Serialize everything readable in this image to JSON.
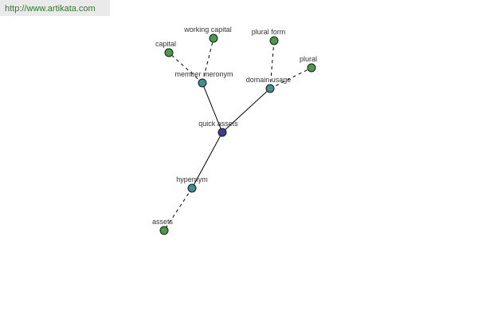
{
  "banner": {
    "url": "http://www.artikata.com"
  },
  "colors": {
    "center": "#3b3f8f",
    "relation": "#3f8f8f",
    "leaf": "#4a9a4a"
  },
  "graph": {
    "nodes": [
      {
        "id": "quick-assets",
        "label": "quick assets",
        "kind": "center"
      },
      {
        "id": "member-meronym",
        "label": "member meronym",
        "kind": "relation"
      },
      {
        "id": "domain-usage",
        "label": "domain usage",
        "kind": "relation"
      },
      {
        "id": "hypernym",
        "label": "hypernym",
        "kind": "relation"
      },
      {
        "id": "capital",
        "label": "capital",
        "kind": "leaf"
      },
      {
        "id": "working-capital",
        "label": "working capital",
        "kind": "leaf"
      },
      {
        "id": "plural-form",
        "label": "plural form",
        "kind": "leaf"
      },
      {
        "id": "plural",
        "label": "plural",
        "kind": "leaf"
      },
      {
        "id": "assets",
        "label": "assets",
        "kind": "leaf"
      }
    ],
    "edges": [
      {
        "from": "quick-assets",
        "to": "member-meronym",
        "style": "solid"
      },
      {
        "from": "quick-assets",
        "to": "domain-usage",
        "style": "solid"
      },
      {
        "from": "quick-assets",
        "to": "hypernym",
        "style": "solid"
      },
      {
        "from": "member-meronym",
        "to": "capital",
        "style": "dashed"
      },
      {
        "from": "member-meronym",
        "to": "working-capital",
        "style": "dashed"
      },
      {
        "from": "domain-usage",
        "to": "plural-form",
        "style": "dashed"
      },
      {
        "from": "domain-usage",
        "to": "plural",
        "style": "dashed"
      },
      {
        "from": "hypernym",
        "to": "assets",
        "style": "dashed"
      }
    ]
  }
}
